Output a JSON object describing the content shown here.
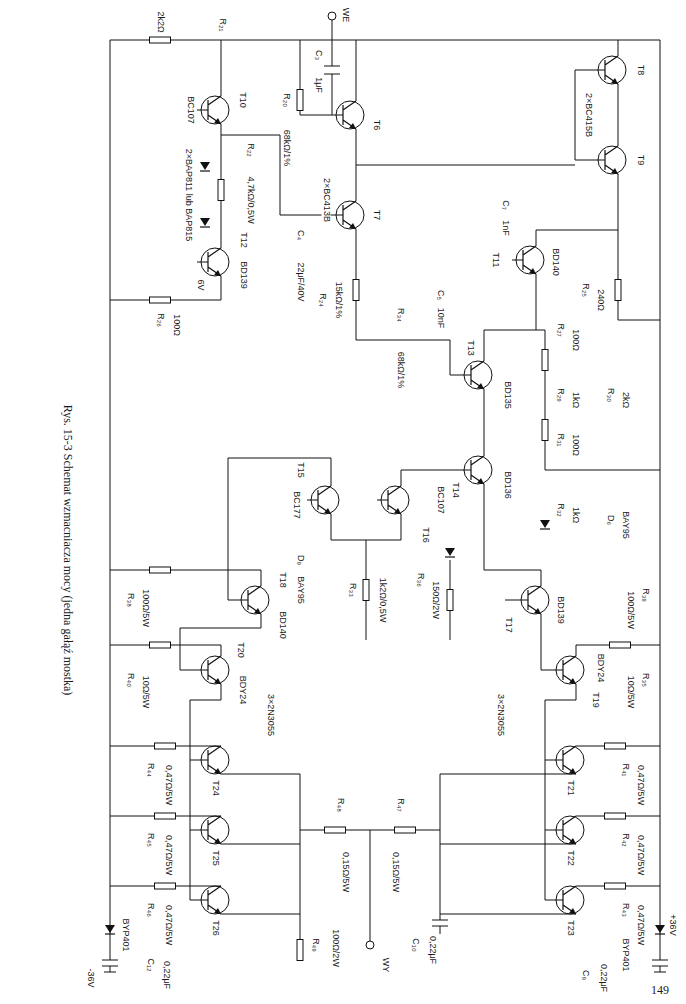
{
  "diagram": {
    "caption": "Rys. 15-3 Schemat wzmacniacza mocy (jedna gałąź mostka)",
    "labels": [
      "WE",
      "C₃",
      "1μF",
      "R₂₀",
      "68kΩ/1%",
      "T6",
      "2×BC413B",
      "T7",
      "R₂₁",
      "2k2Ω",
      "BC107",
      "T10",
      "2×BAP811 lub BAP815",
      "R₂₂",
      "4,7kΩ/0,5W",
      "T12",
      "BD139",
      "R₂₆",
      "100Ω",
      "6V",
      "C₄",
      "22μF/40V",
      "R₂₄",
      "15kΩ/1%",
      "R₃₄",
      "68kΩ/1%",
      "C₅",
      "10nF",
      "T11",
      "BD140",
      "C₇",
      "1nF",
      "R₂₅",
      "240Ω",
      "T8",
      "2×BC415B",
      "T9",
      "T13",
      "BD135",
      "T14",
      "BD136",
      "R₂₇",
      "100Ω",
      "R₂₉",
      "1kΩ",
      "R₃₀",
      "2kΩ",
      "R₃₁",
      "100Ω",
      "R₃₂",
      "1kΩ",
      "D₆",
      "BAY95",
      "T15",
      "BC177",
      "T16",
      "BC107",
      "R₃₃",
      "1k2Ω/0,5W",
      "D₉",
      "BAY95",
      "R₃₆",
      "150Ω/2W",
      "T18",
      "BD140",
      "T17",
      "BD139",
      "R₃₈",
      "100Ω/5W",
      "R₄₀",
      "10Ω/5W",
      "R₃₉",
      "100Ω/5W",
      "R₃₅",
      "10Ω/5W",
      "T20",
      "BDY24",
      "T19",
      "BDY24",
      "T24",
      "T25",
      "T26",
      "3×2N3055",
      "R₄₄",
      "0,47Ω/5W",
      "R₄₅",
      "0,47Ω/5W",
      "R₄₆",
      "0,47Ω/5W",
      "T21",
      "T22",
      "T23",
      "3×2N3055",
      "R₄₁",
      "0,47Ω/5W",
      "R₄₂",
      "0,47Ω/5W",
      "R₄₃",
      "0,47Ω/5W",
      "R₄₈",
      "0,15Ω/5W",
      "R₄₇",
      "0,15Ω/5W",
      "BYP401",
      "BYP401",
      "C₁₂",
      "0,22μF",
      "-36V",
      "R₄₉",
      "100Ω/2W",
      "WY",
      "C₁₀",
      "0,22μF",
      "C₉",
      "0,22μF",
      "+36V",
      "149"
    ]
  }
}
